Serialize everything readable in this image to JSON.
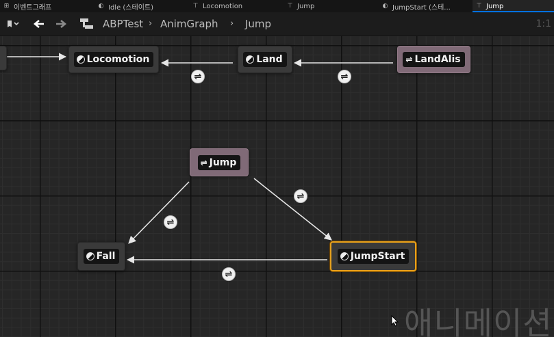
{
  "tabs": [
    {
      "label": "이벤트그래프",
      "icon": "graph-icon"
    },
    {
      "label": "Idle (스테이트)",
      "icon": "state-icon"
    },
    {
      "label": "Locomotion",
      "icon": "graph-icon"
    },
    {
      "label": "Jump",
      "icon": "graph-icon"
    },
    {
      "label": "JumpStart (스테...",
      "icon": "state-icon"
    },
    {
      "label": "Jump",
      "icon": "graph-icon",
      "active": true
    }
  ],
  "breadcrumb": {
    "asset": "ABPTest",
    "graph": "AnimGraph",
    "state_machine": "Jump",
    "separator": "›"
  },
  "zoom": "1:1",
  "nodes": {
    "locomotion": {
      "label": "Locomotion",
      "kind": "state"
    },
    "land": {
      "label": "Land",
      "kind": "state"
    },
    "land_alias": {
      "label": "LandAlis",
      "kind": "alias"
    },
    "jump": {
      "label": "Jump",
      "kind": "alias"
    },
    "fall": {
      "label": "Fall",
      "kind": "state"
    },
    "jump_start": {
      "label": "JumpStart",
      "kind": "state",
      "selected": true
    }
  },
  "colors": {
    "accent": "#0070e0",
    "selection": "#e8a11c",
    "alias_node": "#806a77",
    "wire": "#e6e6e6"
  },
  "watermark": "애니메이션"
}
